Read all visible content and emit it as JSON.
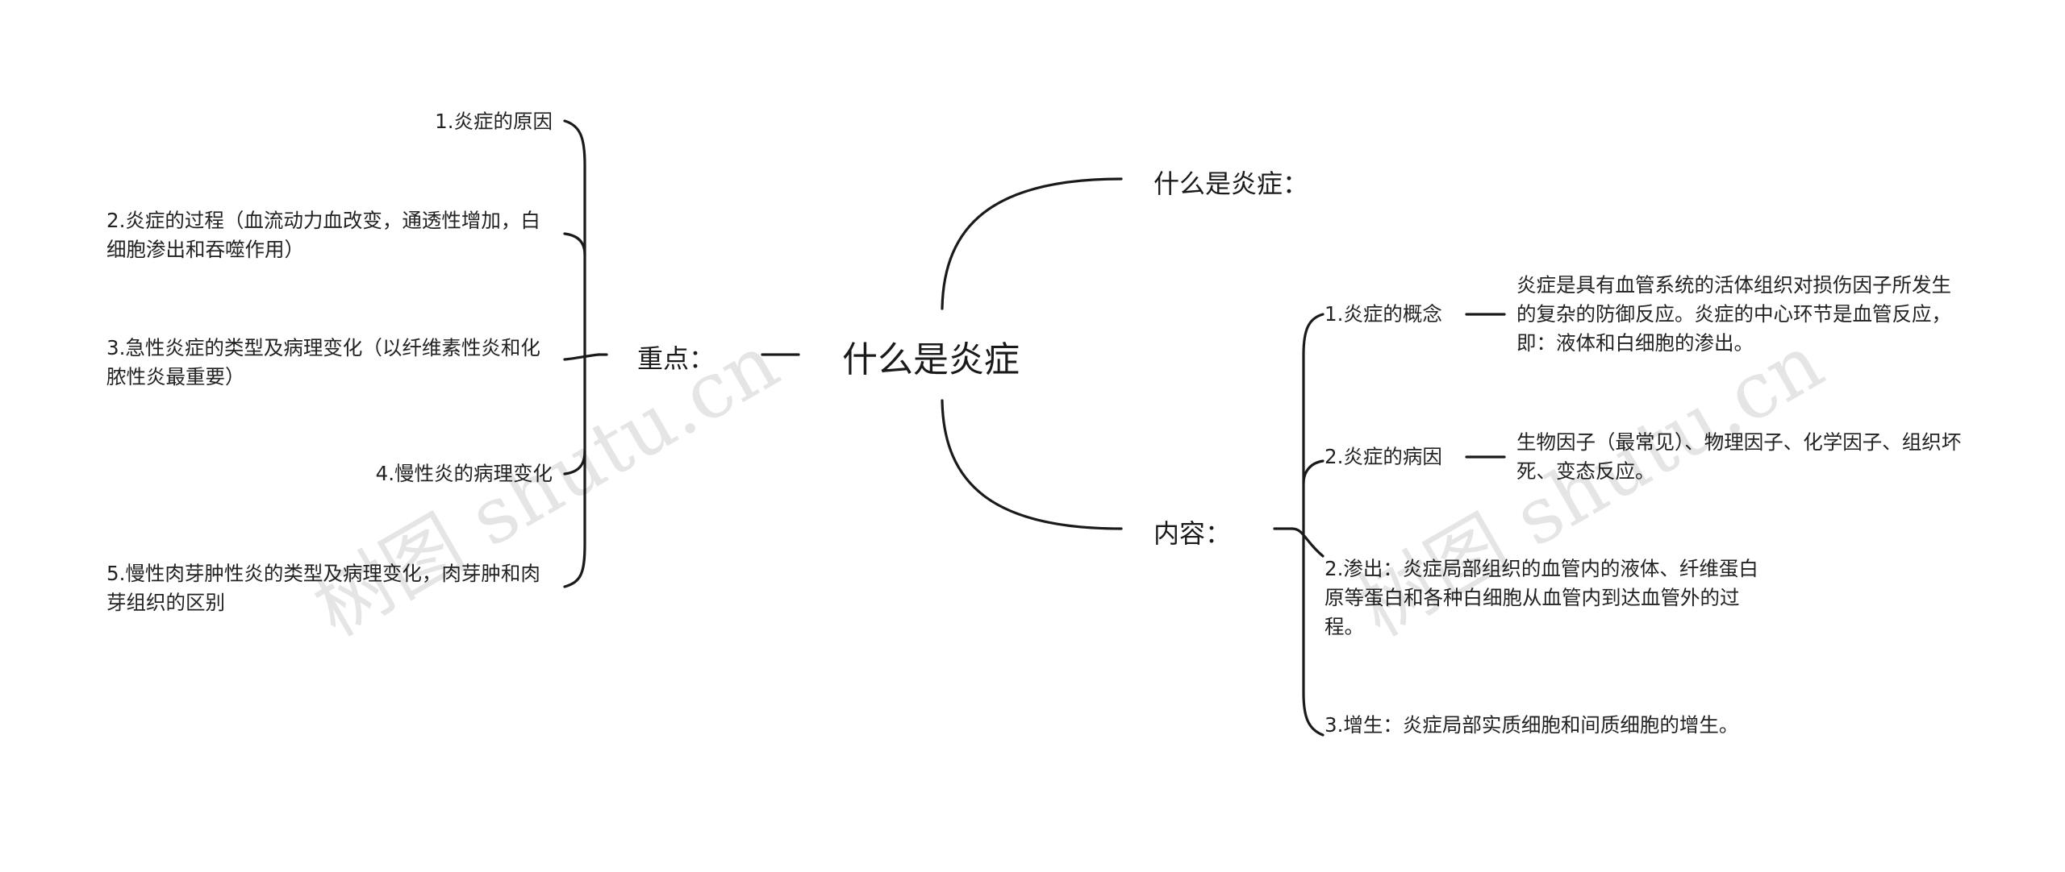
{
  "root": "什么是炎症",
  "left": {
    "branch": "重点：",
    "items": [
      "1.炎症的原因",
      "2.炎症的过程（血流动力血改变，通透性增加，白细胞渗出和吞噬作用）",
      "3.急性炎症的类型及病理变化（以纤维素性炎和化脓性炎最重要）",
      "4.慢性炎的病理变化",
      "5.慢性肉芽肿性炎的类型及病理变化，肉芽肿和肉芽组织的区别"
    ]
  },
  "right": {
    "top_branch": "什么是炎症：",
    "bottom_branch": "内容：",
    "items": [
      {
        "label": "1.炎症的概念",
        "detail": "炎症是具有血管系统的活体组织对损伤因子所发生的复杂的防御反应。炎症的中心环节是血管反应，即：液体和白细胞的渗出。"
      },
      {
        "label": "2.炎症的病因",
        "detail": "生物因子（最常见）、物理因子、化学因子、组织坏死、变态反应。"
      },
      {
        "label": "2.渗出：炎症局部组织的血管内的液体、纤维蛋白原等蛋白和各种白细胞从血管内到达血管外的过程。"
      },
      {
        "label": "3.增生：炎症局部实质细胞和间质细胞的增生。"
      }
    ]
  },
  "watermark": "树图 shutu.cn",
  "colors": {
    "line": "#1a1a1a",
    "text": "#222222",
    "background": "#ffffff"
  }
}
